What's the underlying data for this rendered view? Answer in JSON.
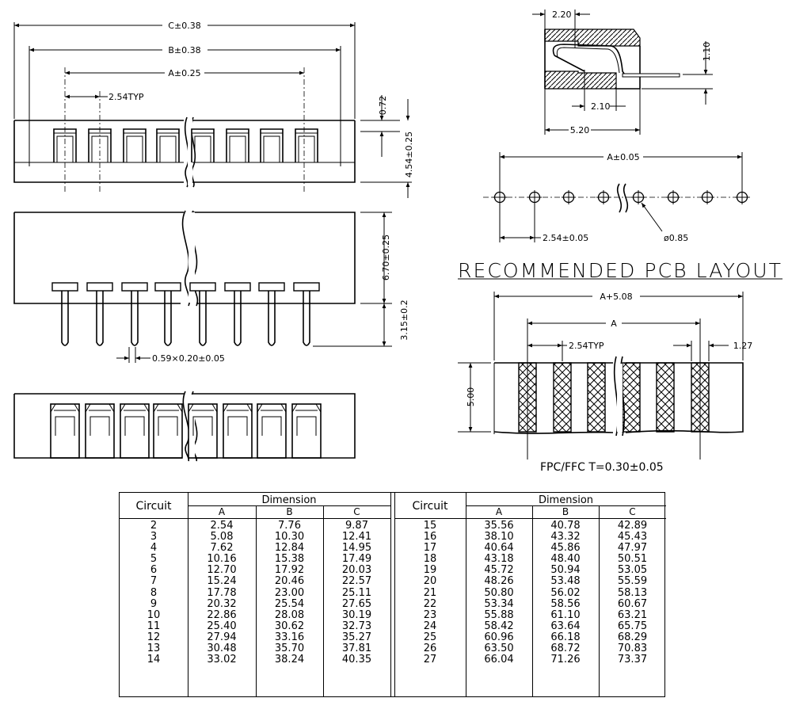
{
  "front_view": {
    "dim_c": "C±0.38",
    "dim_b": "B±0.38",
    "dim_a": "A±0.25",
    "pitch": "2.54TYP",
    "dim_072": "0.72",
    "dim_height": "4.54±0.25"
  },
  "side_view": {
    "dim_depth": "6.70±0.25",
    "dim_tail": "3.15±0.2",
    "dim_pin": "0.59×0.20±0.05"
  },
  "section_view": {
    "dim_220": "2.20",
    "dim_110": "1.10",
    "dim_210": "2.10",
    "dim_520": "5.20"
  },
  "pcb_layout": {
    "title": "RECOMMENDED PCB LAYOUT",
    "dim_a": "A±0.05",
    "pitch": "2.54±0.05",
    "hole": "ø0.85"
  },
  "fpc_layout": {
    "dim_a_plus": "A+5.08",
    "dim_a": "A",
    "pitch": "2.54TYP",
    "dim_127": "1.27",
    "dim_500": "5.00",
    "note": "FPC/FFC T=0.30±0.05"
  },
  "table": {
    "circuit_header": "Circuit",
    "dimension_header": "Dimension",
    "col_a": "A",
    "col_b": "B",
    "col_c": "C",
    "left": {
      "circuit": [
        "2",
        "3",
        "4",
        "5",
        "6",
        "7",
        "8",
        "9",
        "10",
        "11",
        "12",
        "13",
        "14"
      ],
      "a": [
        "2.54",
        "5.08",
        "7.62",
        "10.16",
        "12.70",
        "15.24",
        "17.78",
        "20.32",
        "22.86",
        "25.40",
        "27.94",
        "30.48",
        "33.02"
      ],
      "b": [
        "7.76",
        "10.30",
        "12.84",
        "15.38",
        "17.92",
        "20.46",
        "23.00",
        "25.54",
        "28.08",
        "30.62",
        "33.16",
        "35.70",
        "38.24"
      ],
      "c": [
        "9.87",
        "12.41",
        "14.95",
        "17.49",
        "20.03",
        "22.57",
        "25.11",
        "27.65",
        "30.19",
        "32.73",
        "35.27",
        "37.81",
        "40.35"
      ]
    },
    "right": {
      "circuit": [
        "15",
        "16",
        "17",
        "18",
        "19",
        "20",
        "21",
        "22",
        "23",
        "24",
        "25",
        "26",
        "27"
      ],
      "a": [
        "35.56",
        "38.10",
        "40.64",
        "43.18",
        "45.72",
        "48.26",
        "50.80",
        "53.34",
        "55.88",
        "58.42",
        "60.96",
        "63.50",
        "66.04"
      ],
      "b": [
        "40.78",
        "43.32",
        "45.86",
        "48.40",
        "50.94",
        "53.48",
        "56.02",
        "58.56",
        "61.10",
        "63.64",
        "66.18",
        "68.72",
        "71.26"
      ],
      "c": [
        "42.89",
        "45.43",
        "47.97",
        "50.51",
        "53.05",
        "55.59",
        "58.13",
        "60.67",
        "63.21",
        "65.75",
        "68.29",
        "70.83",
        "73.37"
      ]
    }
  }
}
